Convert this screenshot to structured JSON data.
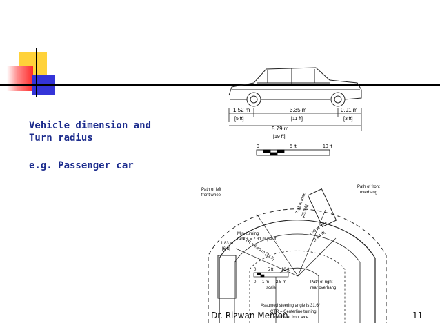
{
  "slide": {
    "title_line1": "Vehicle dimension and",
    "title_line2": "Turn radius",
    "subtitle": "e.g. Passenger car",
    "author": "Dr. Rizwan Memon",
    "page_number": "11"
  },
  "car_diagram": {
    "dim_front": "1.52 m",
    "dim_front_ft": "[5 ft]",
    "dim_mid": "3.35 m",
    "dim_mid_ft": "[11 ft]",
    "dim_rear": "0.91 m",
    "dim_rear_ft": "[3 ft]",
    "dim_total": "5.79 m",
    "dim_total_ft": "[19 ft]",
    "scale_0": "0",
    "scale_5": "5 ft",
    "scale_10": "10 ft"
  },
  "turn_diagram": {
    "label_left_wheel_1": "Path of left",
    "label_left_wheel_2": "front wheel",
    "label_front_overhang_1": "Path of front",
    "label_front_overhang_2": "overhang",
    "label_ctr": "CTR = 6.40 m [21 ft]",
    "label_max": "7.31 m max.",
    "label_max_ft": "[25.3 ft]",
    "label_min": "4.39 m min.",
    "label_min_ft": "[14.4 ft]",
    "label_min_turning_1": "Min. turning",
    "label_min_turning_2": "radius = 7.31 m [24 ft]",
    "label_183": "1.83 m",
    "label_6ft": "[6 ft]",
    "scale_0": "0",
    "scale_5ft": "5 ft",
    "scale_10ft": "10 ft",
    "scale_0m": "0",
    "scale_1m": "1 m",
    "scale_25m": "2.5 m",
    "scale_word": "scale",
    "label_rear_overhang_1": "Path of right",
    "label_rear_overhang_2": "rear overhang",
    "note_1": "Assumed steering angle is 31.6°",
    "note_2": "CTR = Centerline turning",
    "note_3": "radius at front axle"
  }
}
